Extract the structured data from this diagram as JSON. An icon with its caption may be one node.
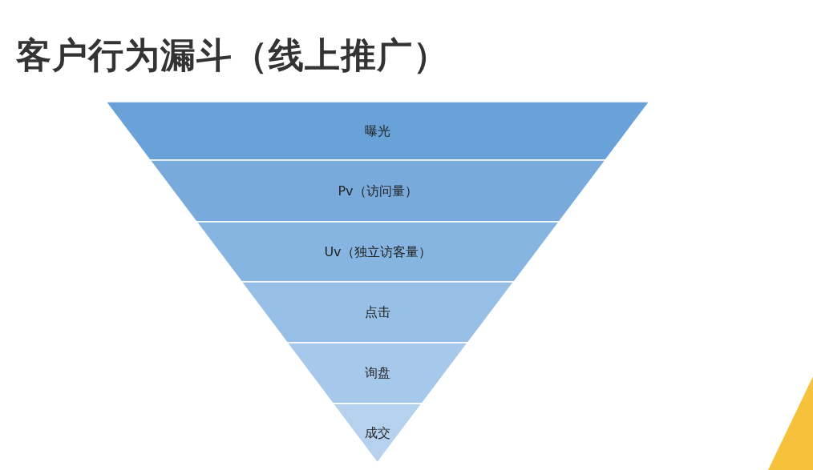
{
  "diagram": {
    "title": "客户行为漏斗（线上推广）",
    "nodes": [
      {
        "text": [
          "曝光"
        ]
      },
      {
        "text": [
          "Pv（访问量）"
        ]
      },
      {
        "text": [
          "Uv（独立访客量）"
        ]
      },
      {
        "text": [
          "点击"
        ]
      },
      {
        "text": [
          "询盘"
        ]
      },
      {
        "text": [
          "成交"
        ]
      }
    ]
  }
}
